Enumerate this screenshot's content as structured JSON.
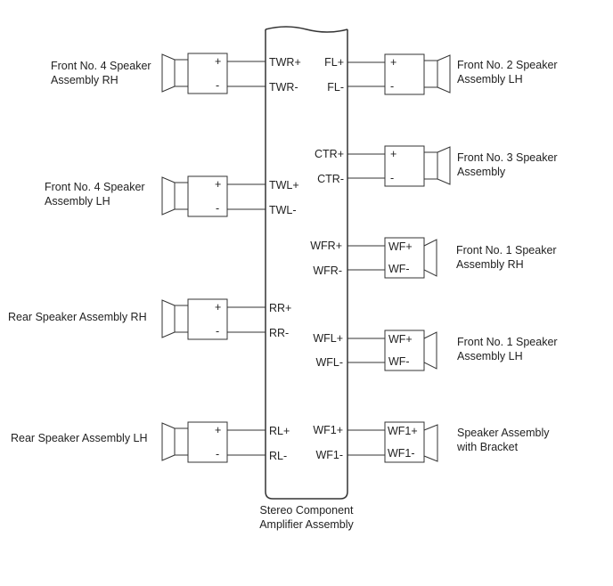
{
  "amplifier": {
    "label_line1": "Stereo Component",
    "label_line2": "Amplifier Assembly"
  },
  "left_speakers": [
    {
      "name_line1": "Front No. 4 Speaker",
      "name_line2": "Assembly RH",
      "term_plus_box": "+",
      "term_minus_box": "-",
      "pin_plus": "TWR+",
      "pin_minus": "TWR-"
    },
    {
      "name_line1": "Front No. 4 Speaker",
      "name_line2": "Assembly LH",
      "term_plus_box": "+",
      "term_minus_box": "-",
      "pin_plus": "TWL+",
      "pin_minus": "TWL-"
    },
    {
      "name_line1": "Rear Speaker Assembly RH",
      "name_line2": "",
      "term_plus_box": "+",
      "term_minus_box": "-",
      "pin_plus": "RR+",
      "pin_minus": "RR-"
    },
    {
      "name_line1": "Rear Speaker Assembly LH",
      "name_line2": "",
      "term_plus_box": "+",
      "term_minus_box": "-",
      "pin_plus": "RL+",
      "pin_minus": "RL-"
    }
  ],
  "right_speakers": [
    {
      "name_line1": "Front No. 2 Speaker",
      "name_line2": "Assembly LH",
      "term_plus_box": "+",
      "term_minus_box": "-",
      "pin_plus": "FL+",
      "pin_minus": "FL-"
    },
    {
      "name_line1": "Front No. 3 Speaker",
      "name_line2": "Assembly",
      "term_plus_box": "+",
      "term_minus_box": "-",
      "pin_plus": "CTR+",
      "pin_minus": "CTR-"
    },
    {
      "name_line1": "Front No. 1 Speaker",
      "name_line2": "Assembly RH",
      "term_plus_box": "WF+",
      "term_minus_box": "WF-",
      "pin_plus": "WFR+",
      "pin_minus": "WFR-"
    },
    {
      "name_line1": "Front No. 1 Speaker",
      "name_line2": "Assembly LH",
      "term_plus_box": "WF+",
      "term_minus_box": "WF-",
      "pin_plus": "WFL+",
      "pin_minus": "WFL-"
    },
    {
      "name_line1": "Speaker Assembly",
      "name_line2": "with Bracket",
      "term_plus_box": "WF1+",
      "term_minus_box": "WF1-",
      "pin_plus": "WF1+",
      "pin_minus": "WF1-"
    }
  ]
}
